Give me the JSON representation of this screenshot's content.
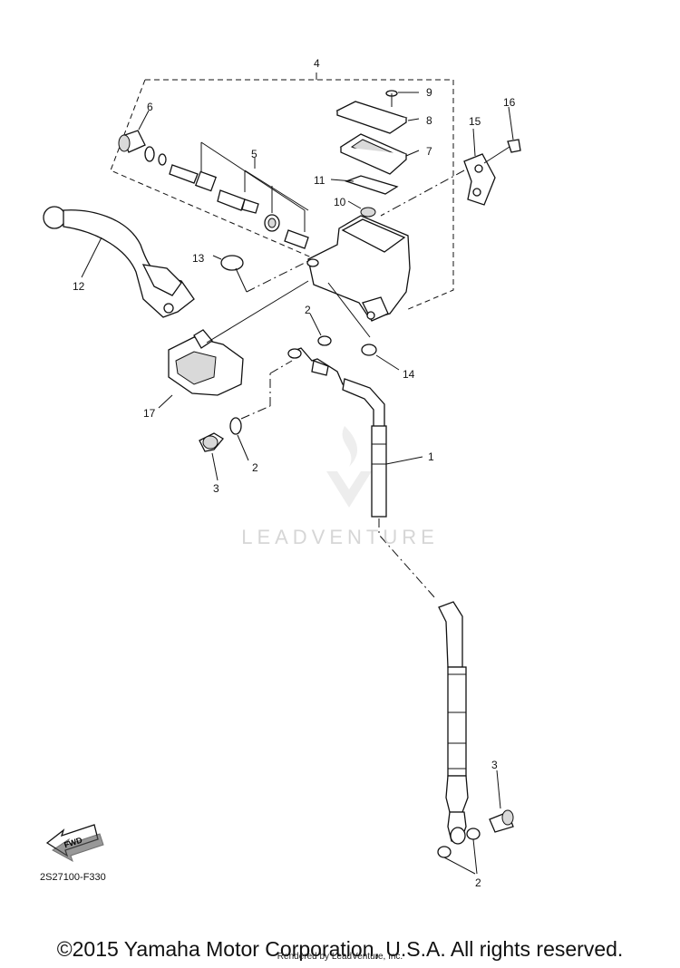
{
  "diagram": {
    "code": "2S27100-F330",
    "fwd_label": "FWD",
    "watermark_text": "LEADVENTURE",
    "copyright": "©2015 Yamaha Motor Corporation, U.S.A. All rights reserved.",
    "rendered_by": "Rendered by LeadVenture, Inc.",
    "callouts": {
      "c1": "1",
      "c2a": "2",
      "c2b": "2",
      "c2c": "2",
      "c3a": "3",
      "c3b": "3",
      "c4": "4",
      "c5": "5",
      "c6": "6",
      "c7": "7",
      "c8": "8",
      "c9": "9",
      "c10": "10",
      "c11": "11",
      "c12": "12",
      "c13": "13",
      "c14": "14",
      "c15": "15",
      "c16": "16",
      "c17": "17"
    }
  }
}
